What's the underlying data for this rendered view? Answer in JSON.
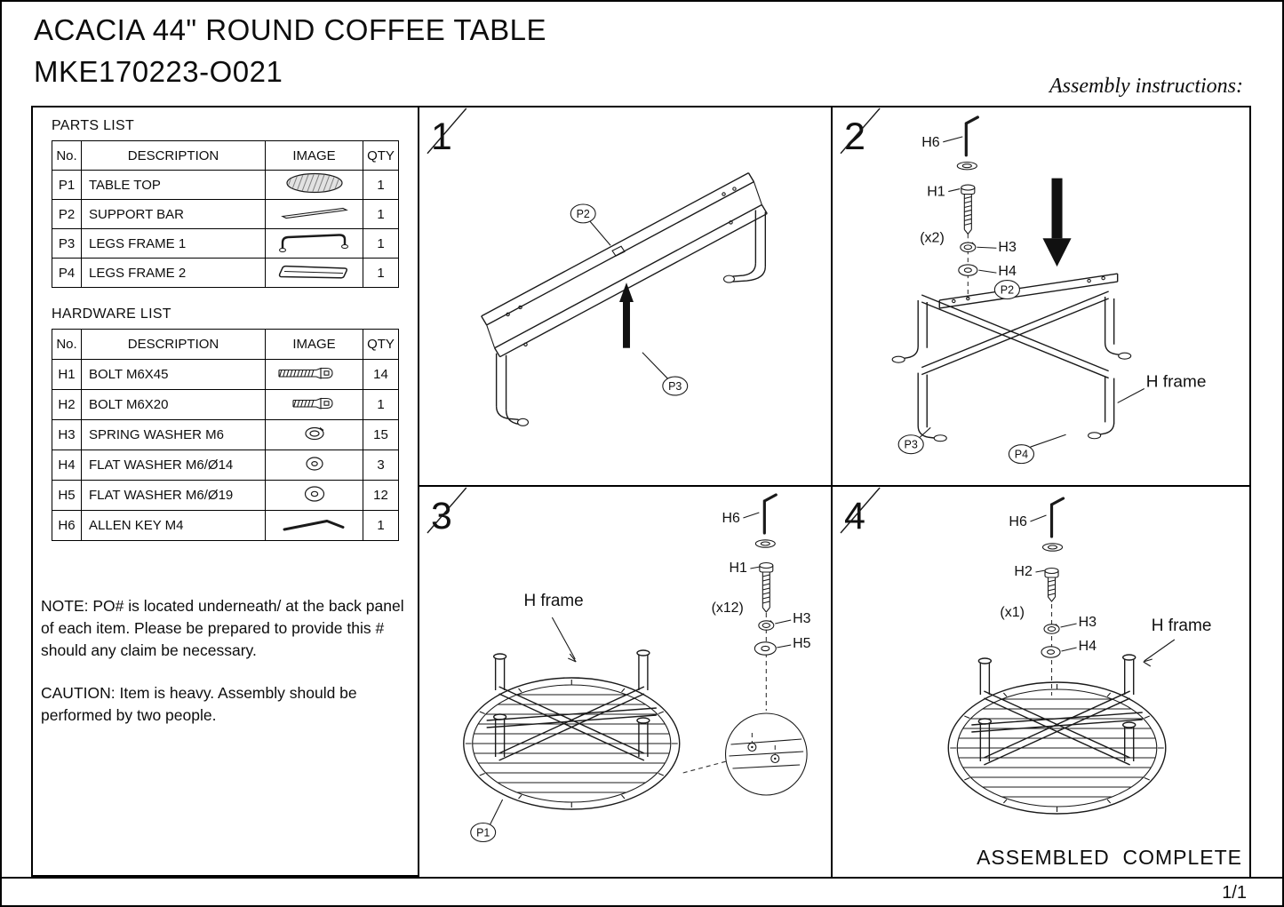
{
  "header": {
    "title": "ACACIA 44\" ROUND COFFEE TABLE",
    "model": "MKE170223-O021",
    "assembly_label": "Assembly instructions:"
  },
  "parts_list": {
    "title": "PARTS LIST",
    "columns": {
      "no": "No.",
      "description": "DESCRIPTION",
      "image": "IMAGE",
      "qty": "QTY"
    },
    "rows": [
      {
        "no": "P1",
        "description": "TABLE TOP",
        "qty": "1",
        "icon": "table-top-icon"
      },
      {
        "no": "P2",
        "description": "SUPPORT BAR",
        "qty": "1",
        "icon": "support-bar-icon"
      },
      {
        "no": "P3",
        "description": "LEGS FRAME 1",
        "qty": "1",
        "icon": "legs-frame-1-icon"
      },
      {
        "no": "P4",
        "description": "LEGS FRAME 2",
        "qty": "1",
        "icon": "legs-frame-2-icon"
      }
    ]
  },
  "hardware_list": {
    "title": "HARDWARE LIST",
    "columns": {
      "no": "No.",
      "description": "DESCRIPTION",
      "image": "IMAGE",
      "qty": "QTY"
    },
    "rows": [
      {
        "no": "H1",
        "description": "BOLT M6X45",
        "qty": "14",
        "icon": "bolt-long-icon"
      },
      {
        "no": "H2",
        "description": "BOLT M6X20",
        "qty": "1",
        "icon": "bolt-short-icon"
      },
      {
        "no": "H3",
        "description": "SPRING WASHER M6",
        "qty": "15",
        "icon": "spring-washer-icon"
      },
      {
        "no": "H4",
        "description": "FLAT WASHER M6/Ø14",
        "qty": "3",
        "icon": "flat-washer-icon"
      },
      {
        "no": "H5",
        "description": "FLAT WASHER M6/Ø19",
        "qty": "12",
        "icon": "flat-washer-icon"
      },
      {
        "no": "H6",
        "description": "ALLEN KEY M4",
        "qty": "1",
        "icon": "allen-key-icon"
      }
    ]
  },
  "notes": {
    "note": "NOTE: PO# is located underneath/ at the back panel of each item. Please be prepared to provide this # should any claim be necessary.",
    "caution": "CAUTION: Item is heavy. Assembly should be performed by two people."
  },
  "steps": {
    "step1": {
      "number": "1",
      "p2": "P2",
      "p3": "P3"
    },
    "step2": {
      "number": "2",
      "h6": "H6",
      "h1": "H1",
      "count": "(x2)",
      "h3": "H3",
      "h4": "H4",
      "p2": "P2",
      "p3": "P3",
      "p4": "P4",
      "frame_label": "H frame"
    },
    "step3": {
      "number": "3",
      "frame_label": "H frame",
      "h6": "H6",
      "h1": "H1",
      "count": "(x12)",
      "h3": "H3",
      "h5": "H5",
      "p1": "P1"
    },
    "step4": {
      "number": "4",
      "h6": "H6",
      "h2": "H2",
      "count": "(x1)",
      "h3": "H3",
      "h4": "H4",
      "frame_label": "H frame",
      "status": "ASSEMBLED  COMPLETE"
    }
  },
  "footer": {
    "page": "1/1"
  }
}
